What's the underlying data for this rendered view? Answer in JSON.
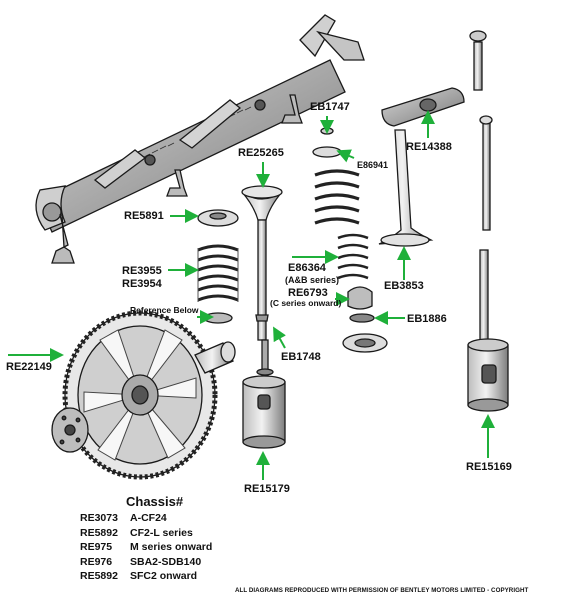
{
  "labels": {
    "eb1747": "EB1747",
    "re25265": "RE25265",
    "e86941": "E86941",
    "re14388": "RE14388",
    "re5891": "RE5891",
    "re3955": "RE3955",
    "re3954": "RE3954",
    "e86364": "E86364",
    "ab_series": "(A&B series)",
    "re6793": "RE6793",
    "c_series": "(C series onward)",
    "eb3853": "EB3853",
    "reference_below": "Reference Below",
    "eb1886": "EB1886",
    "re22149": "RE22149",
    "eb1748": "EB1748",
    "re15179": "RE15179",
    "re15169": "RE15169"
  },
  "chassis": {
    "title": "Chassis#",
    "rows": [
      {
        "part": "RE3073",
        "range": "A-CF24"
      },
      {
        "part": "RE5892",
        "range": "CF2-L series"
      },
      {
        "part": "RE975",
        "range": "M series onward"
      },
      {
        "part": "RE976",
        "range": "SBA2-SDB140"
      },
      {
        "part": "RE5892",
        "range": "SFC2 onward"
      }
    ]
  },
  "copyright": "ALL DIAGRAMS REPRODUCED WITH PERMISSION OF BENTLEY MOTORS LIMITED - COPYRIGHT",
  "colors": {
    "arrow": "#1fb03a",
    "ink": "#1a1a1a",
    "shade": "#8a8a8a"
  }
}
